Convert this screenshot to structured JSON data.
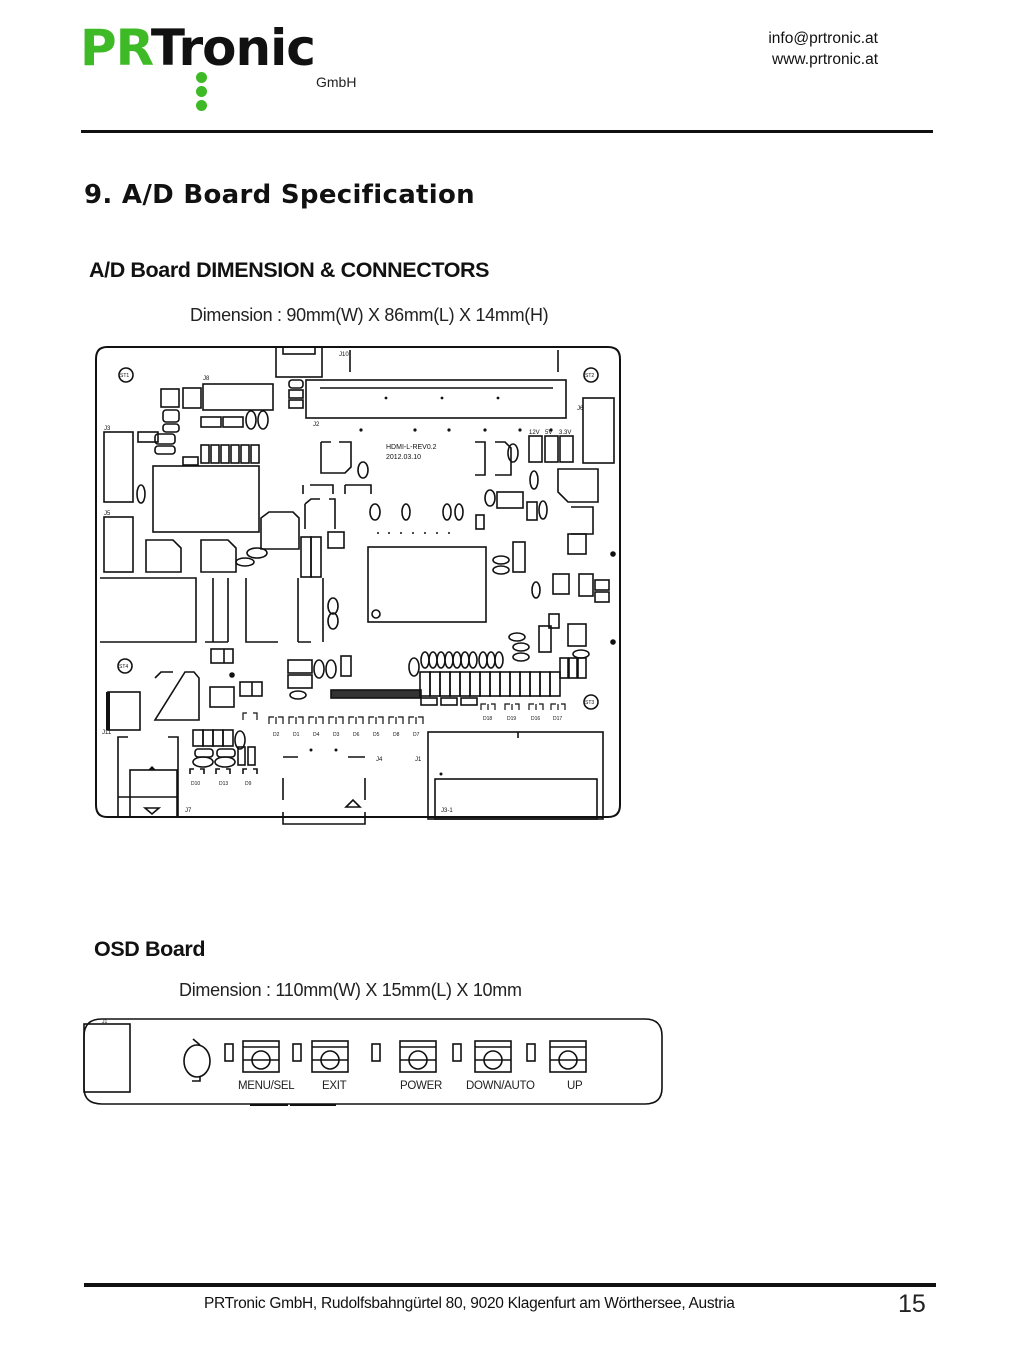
{
  "header": {
    "logo": {
      "brand_green": "PR",
      "brand_black": "Tronic",
      "suffix": "GmbH",
      "colors": {
        "green": "#3dba25",
        "black": "#111111"
      }
    },
    "contact": {
      "email": "info@prtronic.at",
      "website": "www.prtronic.at"
    }
  },
  "section": {
    "title": "9. A/D Board Specification"
  },
  "ad_board": {
    "heading": "A/D Board DIMENSION & CONNECTORS",
    "dimension": "Dimension : 90mm(W) X 86mm(L) X 14mm(H)",
    "silkscreen": {
      "board_id": "HDMI-L-REV0.2",
      "date": "2012.03.10",
      "mounting_holes": [
        "ST1",
        "ST2",
        "ST4",
        "ST3"
      ],
      "connectors": [
        "J10",
        "J8",
        "J2",
        "J3",
        "J5",
        "J6",
        "J4",
        "J1",
        "J7",
        "J11",
        "J3-1"
      ],
      "power_labels": [
        "12V",
        "5V",
        "3.3V"
      ],
      "diode_labels": [
        "D2",
        "D1",
        "D4",
        "D3",
        "D6",
        "D5",
        "D8",
        "D7",
        "D18",
        "D19",
        "D16",
        "D17",
        "D10",
        "D13",
        "D9"
      ]
    }
  },
  "osd_board": {
    "heading": "OSD Board",
    "dimension": "Dimension : 110mm(W) X 15mm(L) X 10mm",
    "connector": "J1",
    "buttons": [
      {
        "label": "MENU/SEL"
      },
      {
        "label": "EXIT"
      },
      {
        "label": "POWER"
      },
      {
        "label": "DOWN/AUTO"
      },
      {
        "label": "UP"
      }
    ]
  },
  "footer": {
    "address": "PRTronic GmbH, Rudolfsbahngürtel 80, 9020 Klagenfurt am Wörthersee, Austria",
    "page_number": "15"
  }
}
